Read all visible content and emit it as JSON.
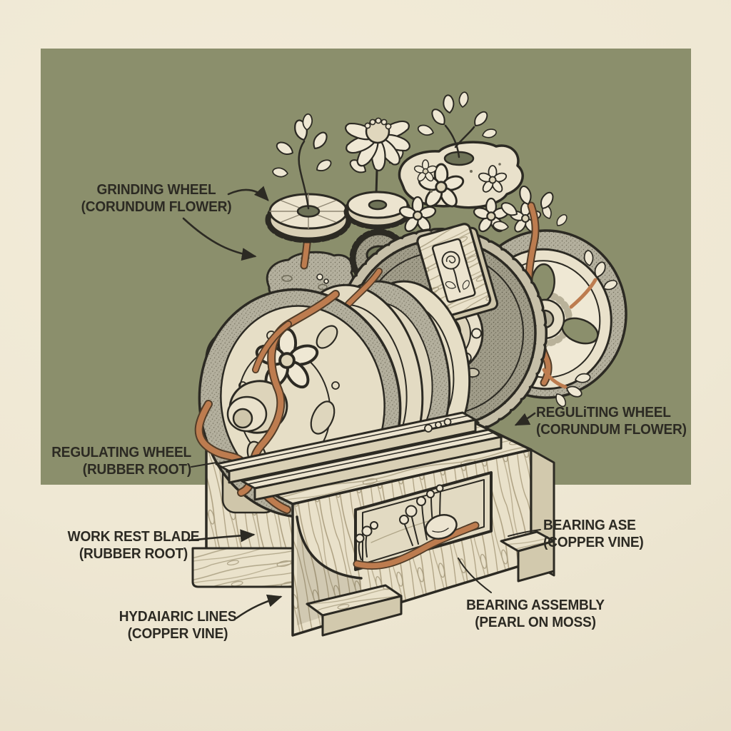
{
  "figure": {
    "type": "botanical-machine-diagram",
    "palette": {
      "paper": "#efe8d4",
      "panel": "#8b8f6c",
      "ink": "#2c2a23",
      "copper": "#bd7c4f",
      "wood": "#e9e1ca"
    },
    "labels": {
      "grinding_wheel": {
        "line1": "GRINDING WHEEL",
        "line2": "(CORUNDUM FLOWER)"
      },
      "regulating_wheel_left": {
        "line1": "REGULATING WHEEL",
        "line2": "(RUBBER ROOT)"
      },
      "work_rest_blade": {
        "line1": "WORK REST BLADE",
        "line2": "(RUBBER ROOT)"
      },
      "hydraulic_lines": {
        "line1": "HYDAIARIC LINES",
        "line2": "(COPPER VINE)"
      },
      "regulating_wheel_right": {
        "line1": "REGULiTING WHEEL",
        "line2": "(CORUNDUM FLOWER)"
      },
      "bearing_ase": {
        "line1": "BEARING ASE",
        "line2": "(COPPER VINE)"
      },
      "bearing_assembly": {
        "line1": "BEARING ASSEMBLY",
        "line2": "(PEARL ON MOSS)"
      }
    }
  }
}
